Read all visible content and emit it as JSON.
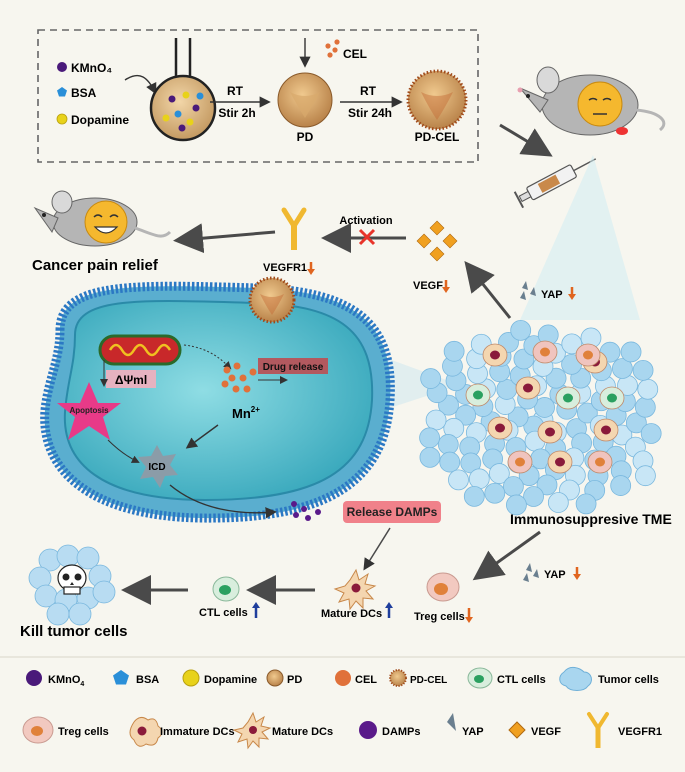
{
  "synthesis": {
    "reagents": [
      "KMnO₄",
      "BSA",
      "Dopamine"
    ],
    "step1_top": "RT",
    "step1_bottom": "Stir 2h",
    "pd_label": "PD",
    "cel_label": "CEL",
    "step2_top": "RT",
    "step2_bottom": "Stir 24h",
    "pdcel_label": "PD-CEL"
  },
  "upper": {
    "cancer_pain": "Cancer pain relief",
    "activation": "Activation",
    "vegfr1": "VEGFR1",
    "vegf": "VEGF",
    "yap": "YAP"
  },
  "cell": {
    "dpsi": "ΔΨml",
    "drug_release": "Drug release",
    "apoptosis": "Apoptosis",
    "mn_base": "Mn",
    "mn_sup": "2+",
    "icd": "ICD"
  },
  "lower": {
    "release_damps": "Release DAMPs",
    "tme": "Immunosuppresive TME",
    "yap": "YAP",
    "mature_dcs": "Mature DCs",
    "ctl_cells": "CTL cells",
    "treg_cells": "Treg cells",
    "kill": "Kill tumor cells"
  },
  "legend": {
    "row1": [
      "KMnO",
      "BSA",
      "Dopamine",
      "PD",
      "CEL",
      "PD-CEL",
      "CTL cells",
      "Tumor cells"
    ],
    "kmno_sub": "4",
    "row2": [
      "Treg cells",
      "Immature DCs",
      "Mature DCs",
      "DAMPs",
      "YAP",
      "VEGF",
      "VEGFR1"
    ]
  },
  "colors": {
    "kmno4": "#4a1a7a",
    "bsa": "#2a8fd8",
    "dopamine": "#e8d21a",
    "cel": "#e0713a",
    "arrow_down": "#e0651f",
    "arrow_up": "#1f3e9c",
    "tumor": "#a9d6ef",
    "cell_inner": "#5fc3cf",
    "membrane": "#2b78c4"
  }
}
